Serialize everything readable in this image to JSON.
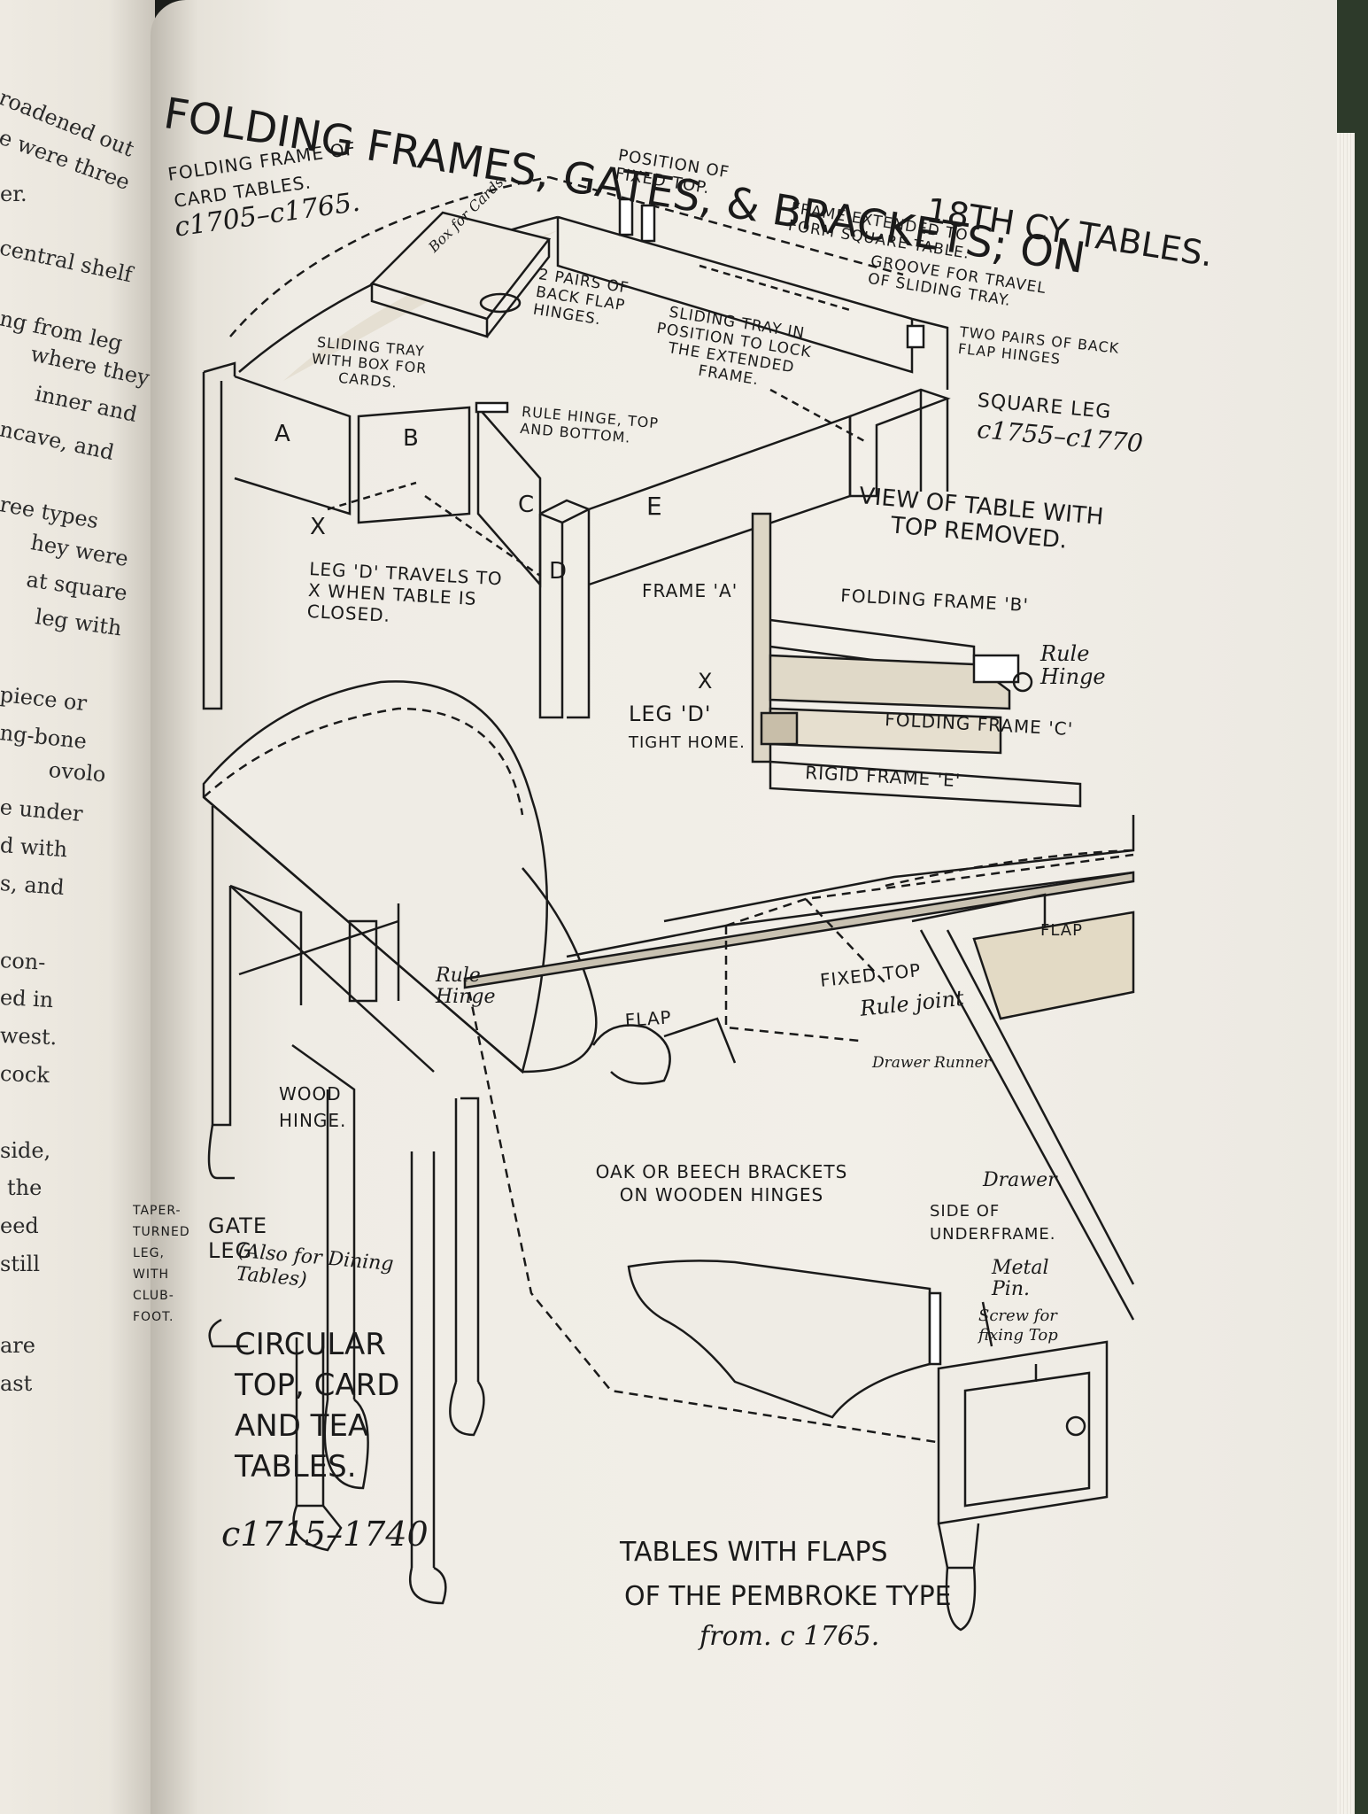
{
  "left_page": {
    "fragments": [
      "roadened out",
      "e were three",
      "er.",
      "central shelf",
      "ng from leg",
      "where they",
      "inner and",
      "ncave, and",
      "ree types",
      "hey were",
      "at square",
      "leg with",
      "piece or",
      "ng-bone",
      "ovolo",
      "e under",
      "d with",
      "s, and",
      "con-",
      "ed in",
      "west.",
      "cock",
      "side,",
      "the",
      "eed",
      "still",
      "are",
      "ast"
    ]
  },
  "title": {
    "main": "FOLDING FRAMES, GATES, & BRACKETS; ON",
    "century": "18TH CY TABLES."
  },
  "card_table": {
    "caption_line1": "FOLDING FRAME OF",
    "caption_line2": "CARD TABLES.",
    "date": "c1705–c1765.",
    "box_label": "Box for Cards.",
    "position_fixed_top": "POSITION OF FIXED TOP.",
    "frame_extended": "FRAME EXTENDED TO FORM SQUARE TABLE.",
    "groove": "GROOVE FOR TRAVEL OF SLIDING TRAY.",
    "two_pairs_hinges": "2 PAIRS OF BACK FLAP HINGES.",
    "sliding_tray_lock": "SLIDING TRAY IN POSITION TO LOCK THE EXTENDED FRAME.",
    "two_pairs_back": "TWO PAIRS OF BACK FLAP HINGES",
    "sliding_tray_box": "SLIDING TRAY WITH BOX FOR CARDS.",
    "rule_hinge": "RULE HINGE, TOP AND BOTTOM.",
    "square_leg": "SQUARE LEG",
    "square_leg_date": "c1755–c1770",
    "view_removed": "VIEW OF TABLE WITH TOP REMOVED.",
    "leg_d_travels": "LEG 'D' TRAVELS TO X WHEN TABLE IS CLOSED.",
    "letter_a": "A",
    "letter_b": "B",
    "letter_c": "C",
    "letter_d": "D",
    "letter_e": "E",
    "letter_x": "X"
  },
  "plan_detail": {
    "frame_a": "FRAME 'A'",
    "folding_frame_b": "FOLDING FRAME 'B'",
    "rule_hinge": "Rule Hinge",
    "x_mark": "X",
    "leg_d": "LEG 'D'",
    "tight_home": "TIGHT HOME.",
    "folding_frame_c": "FOLDING FRAME 'C'",
    "rigid_frame_e": "RIGID FRAME 'E'"
  },
  "circular_table": {
    "rule_hinge": "Rule Hinge",
    "wood_hinge": "WOOD HINGE.",
    "taper_leg": "TAPER- TURNED LEG, WITH CLUB- FOOT.",
    "gate_leg": "GATE LEG.",
    "also_dining": "(Also for Dining Tables)",
    "caption": "CIRCULAR TOP, CARD AND TEA TABLES.",
    "date": "c1715–1740"
  },
  "pembroke": {
    "flap_right": "FLAP",
    "flap_left": "FLAP",
    "fixed_top": "FIXED TOP",
    "rule_joint": "Rule joint",
    "drawer_runner": "Drawer Runner",
    "oak_brackets": "OAK OR BEECH BRACKETS ON WOODEN HINGES",
    "drawer": "Drawer",
    "side_underframe": "SIDE OF UNDERFRAME.",
    "metal_pin": "Metal Pin.",
    "screw": "Screw for fixing Top",
    "caption_line1": "TABLES WITH FLAPS",
    "caption_line2": "OF THE PEMBROKE TYPE",
    "date": "from. c 1765."
  }
}
